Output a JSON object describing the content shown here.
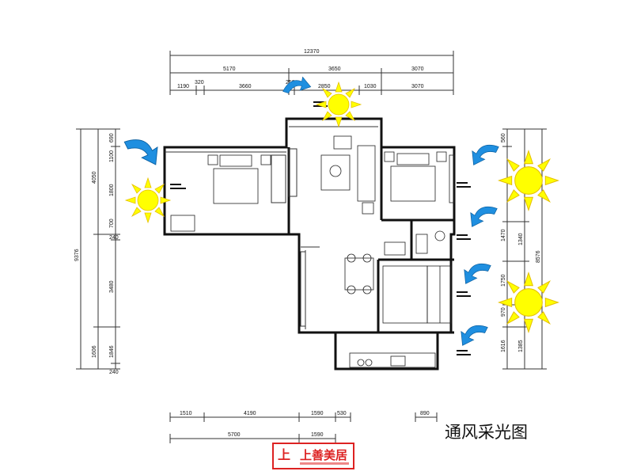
{
  "caption": "通风采光图",
  "logo": {
    "mark": "上",
    "text": "上善美居"
  },
  "dimensions": {
    "top_total": "12370",
    "top_row2": [
      "5170",
      "3650",
      "3070"
    ],
    "top_row3": [
      "1190",
      "320",
      "3660",
      "250",
      "2850",
      "1030",
      "3070"
    ],
    "left_outer": "9376",
    "left_inner": [
      "690",
      "1100",
      "4050",
      "1800",
      "700",
      "240",
      "3480",
      "1606",
      "1846",
      "240"
    ],
    "right_inner": [
      "560",
      "1470",
      "1340",
      "1750",
      "970",
      "1616",
      "1385"
    ],
    "right_outer": "8576",
    "bottom_row1": [
      "1510",
      "4190",
      "1590",
      "530",
      "890"
    ],
    "bottom_row2": [
      "5700",
      "1590"
    ]
  },
  "colors": {
    "sun": "#ffff00",
    "arrow": "#1f8fe0",
    "logo": "#dd2222",
    "wall": "#111111"
  },
  "icons": [
    "sun-icon",
    "airflow-arrow-icon"
  ]
}
